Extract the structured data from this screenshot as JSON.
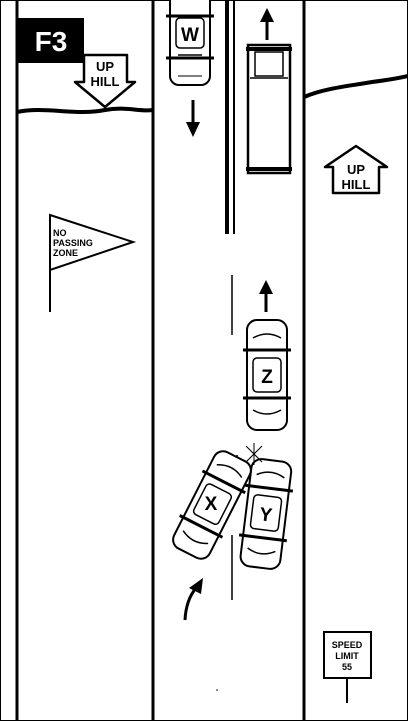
{
  "figure_label": "F3",
  "signs": {
    "uphill_left": [
      "UP",
      "HILL"
    ],
    "uphill_right": [
      "UP",
      "HILL"
    ],
    "no_passing": [
      "NO",
      "PASSING",
      "ZONE"
    ],
    "speed_limit": [
      "SPEED",
      "LIMIT",
      "55"
    ]
  },
  "vehicles": {
    "car_w": "W",
    "car_z": "Z",
    "car_x": "X",
    "car_y": "Y",
    "truck": ""
  },
  "colors": {
    "ink": "#000000",
    "paper": "#ffffff"
  }
}
